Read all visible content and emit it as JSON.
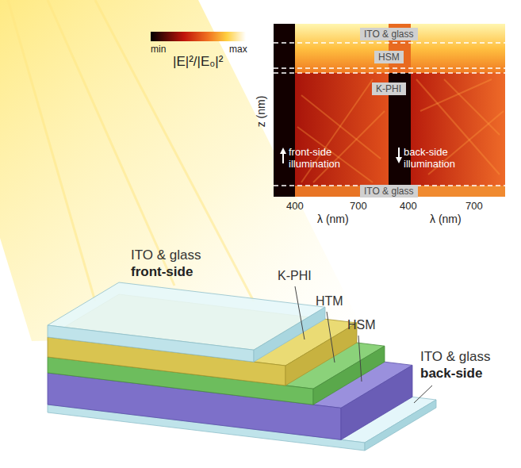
{
  "diagram": {
    "nodes": [
      {
        "text": [
          "ITO & glass"
        ]
      },
      {
        "text": [
          "HSM"
        ]
      },
      {
        "text": [
          "K-PHI"
        ]
      },
      {
        "text": [
          "ITO & glass"
        ]
      }
    ],
    "labels": [
      "min",
      "max",
      "|E|²/|E₀|²",
      "z (nm)",
      "front-side illumination",
      "back-side illumination",
      "400",
      "700",
      "400",
      "700",
      "λ (nm)",
      "λ (nm)",
      "ITO & glass",
      "front-side",
      "K-PHI",
      "HTM",
      "HSM",
      "ITO & glass",
      "back-side"
    ]
  }
}
